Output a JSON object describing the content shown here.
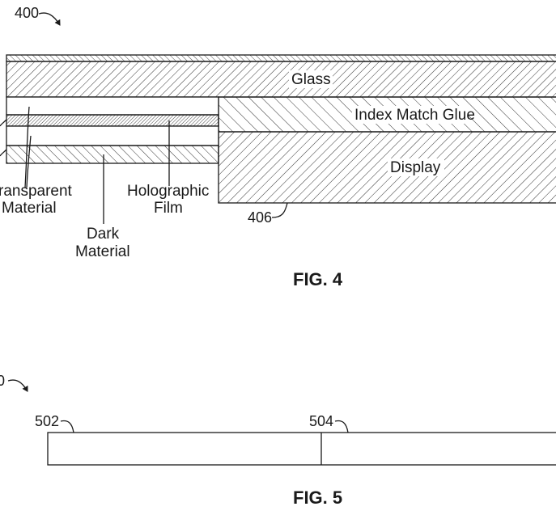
{
  "fig4": {
    "ref_number": "400",
    "layers": {
      "glass": "Glass",
      "index_match_glue": "Index Match Glue",
      "display": "Display"
    },
    "labels": {
      "transparent_material_line1": "ransparent",
      "transparent_material_line2": "Material",
      "holographic_film_line1": "Holographic",
      "holographic_film_line2": "Film",
      "dark_material_line1": "Dark",
      "dark_material_line2": "Material"
    },
    "display_ref": "406",
    "caption": "FIG. 4"
  },
  "fig5": {
    "ref_number": "0",
    "ref_left": "502",
    "ref_right": "504",
    "caption": "FIG. 5"
  }
}
